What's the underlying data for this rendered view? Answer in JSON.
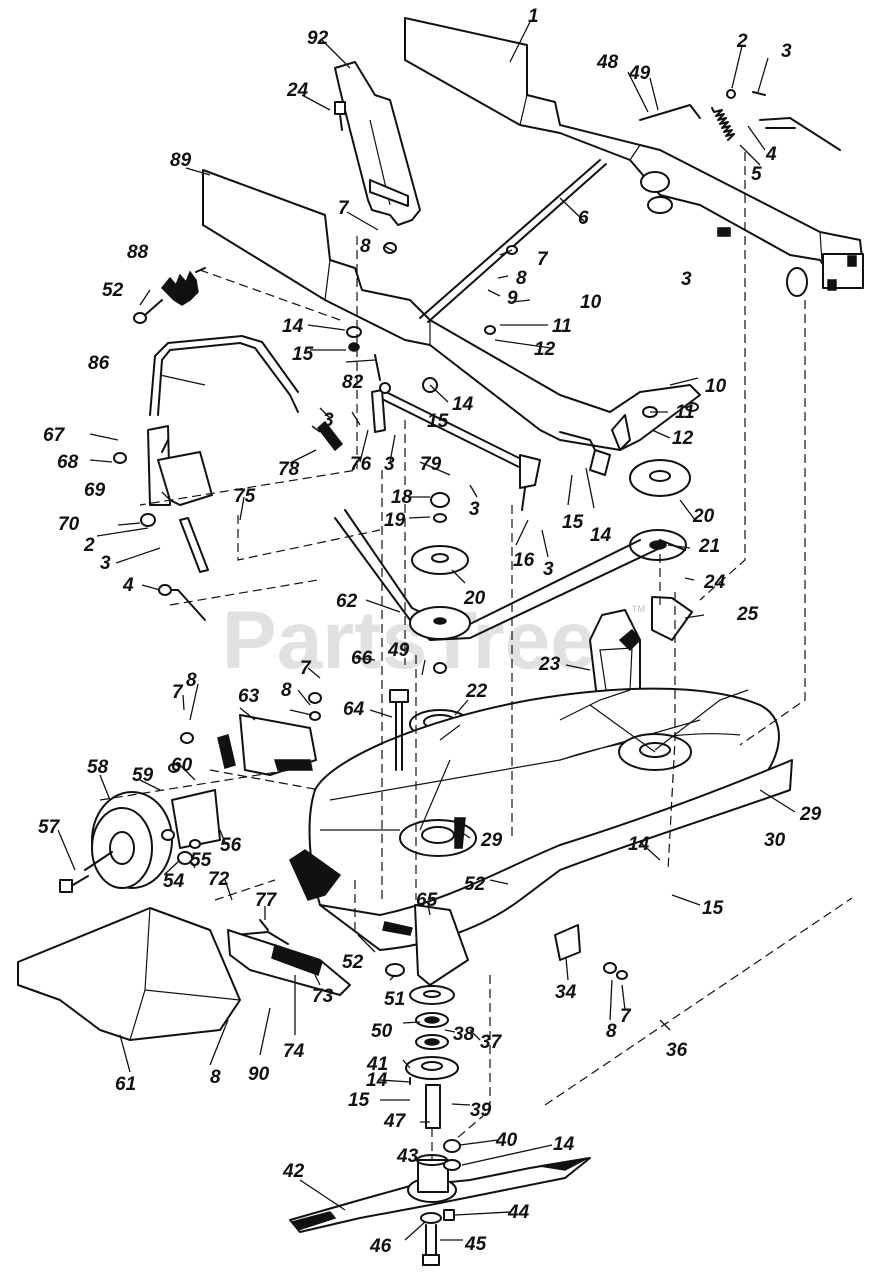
{
  "watermark": {
    "text": "PartsTree",
    "tm": "TM"
  },
  "callouts": [
    {
      "id": "c1",
      "text": "1"
    },
    {
      "id": "c2a",
      "text": "2"
    },
    {
      "id": "c3a",
      "text": "3"
    },
    {
      "id": "c92",
      "text": "92"
    },
    {
      "id": "c48",
      "text": "48"
    },
    {
      "id": "c49a",
      "text": "49"
    },
    {
      "id": "c24a",
      "text": "24"
    },
    {
      "id": "c4a",
      "text": "4"
    },
    {
      "id": "c5",
      "text": "5"
    },
    {
      "id": "c89",
      "text": "89"
    },
    {
      "id": "c6",
      "text": "6"
    },
    {
      "id": "c7a",
      "text": "7"
    },
    {
      "id": "c8a",
      "text": "8"
    },
    {
      "id": "c7b",
      "text": "7"
    },
    {
      "id": "c8b",
      "text": "8"
    },
    {
      "id": "c3b",
      "text": "3"
    },
    {
      "id": "c88",
      "text": "88"
    },
    {
      "id": "c9",
      "text": "9"
    },
    {
      "id": "c10a",
      "text": "10"
    },
    {
      "id": "c52a",
      "text": "52"
    },
    {
      "id": "c11a",
      "text": "11"
    },
    {
      "id": "c14a",
      "text": "14"
    },
    {
      "id": "c12a",
      "text": "12"
    },
    {
      "id": "c15a",
      "text": "15"
    },
    {
      "id": "c86",
      "text": "86"
    },
    {
      "id": "c82",
      "text": "82"
    },
    {
      "id": "c10b",
      "text": "10"
    },
    {
      "id": "c14b",
      "text": "14"
    },
    {
      "id": "c11b",
      "text": "11"
    },
    {
      "id": "c3c",
      "text": "3"
    },
    {
      "id": "c15b",
      "text": "15"
    },
    {
      "id": "c12b",
      "text": "12"
    },
    {
      "id": "c67",
      "text": "67"
    },
    {
      "id": "c68",
      "text": "68"
    },
    {
      "id": "c78",
      "text": "78"
    },
    {
      "id": "c76",
      "text": "76"
    },
    {
      "id": "c3d",
      "text": "3"
    },
    {
      "id": "c79",
      "text": "79"
    },
    {
      "id": "c69",
      "text": "69"
    },
    {
      "id": "c18",
      "text": "18"
    },
    {
      "id": "c75",
      "text": "75"
    },
    {
      "id": "c19",
      "text": "19"
    },
    {
      "id": "c3e",
      "text": "3"
    },
    {
      "id": "c15c",
      "text": "15"
    },
    {
      "id": "c14c",
      "text": "14"
    },
    {
      "id": "c20a",
      "text": "20"
    },
    {
      "id": "c70",
      "text": "70"
    },
    {
      "id": "c2b",
      "text": "2"
    },
    {
      "id": "c21",
      "text": "21"
    },
    {
      "id": "c3f",
      "text": "3"
    },
    {
      "id": "c16",
      "text": "16"
    },
    {
      "id": "c3g",
      "text": "3"
    },
    {
      "id": "c24b",
      "text": "24"
    },
    {
      "id": "c4b",
      "text": "4"
    },
    {
      "id": "c20b",
      "text": "20"
    },
    {
      "id": "c62",
      "text": "62"
    },
    {
      "id": "c25",
      "text": "25"
    },
    {
      "id": "c7c",
      "text": "7"
    },
    {
      "id": "c66",
      "text": "66"
    },
    {
      "id": "c49b",
      "text": "49"
    },
    {
      "id": "c23",
      "text": "23"
    },
    {
      "id": "c8c",
      "text": "8"
    },
    {
      "id": "c7d",
      "text": "7"
    },
    {
      "id": "c22",
      "text": "22"
    },
    {
      "id": "c63",
      "text": "63"
    },
    {
      "id": "c8d",
      "text": "8"
    },
    {
      "id": "c64",
      "text": "64"
    },
    {
      "id": "c58",
      "text": "58"
    },
    {
      "id": "c59",
      "text": "59"
    },
    {
      "id": "c60",
      "text": "60"
    },
    {
      "id": "c29a",
      "text": "29"
    },
    {
      "id": "c57",
      "text": "57"
    },
    {
      "id": "c55",
      "text": "55"
    },
    {
      "id": "c56",
      "text": "56"
    },
    {
      "id": "c29b",
      "text": "29"
    },
    {
      "id": "c30",
      "text": "30"
    },
    {
      "id": "c54",
      "text": "54"
    },
    {
      "id": "c14d",
      "text": "14"
    },
    {
      "id": "c72",
      "text": "72"
    },
    {
      "id": "c52b",
      "text": "52"
    },
    {
      "id": "c77",
      "text": "77"
    },
    {
      "id": "c65",
      "text": "65"
    },
    {
      "id": "c15d",
      "text": "15"
    },
    {
      "id": "c52c",
      "text": "52"
    },
    {
      "id": "c73",
      "text": "73"
    },
    {
      "id": "c51",
      "text": "51"
    },
    {
      "id": "c34",
      "text": "34"
    },
    {
      "id": "c50",
      "text": "50"
    },
    {
      "id": "c38",
      "text": "38"
    },
    {
      "id": "c37",
      "text": "37"
    },
    {
      "id": "c61",
      "text": "61"
    },
    {
      "id": "c8e",
      "text": "8"
    },
    {
      "id": "c90",
      "text": "90"
    },
    {
      "id": "c74",
      "text": "74"
    },
    {
      "id": "c41",
      "text": "41"
    },
    {
      "id": "c8f",
      "text": "8"
    },
    {
      "id": "c7e",
      "text": "7"
    },
    {
      "id": "c36",
      "text": "36"
    },
    {
      "id": "c14e",
      "text": "14"
    },
    {
      "id": "c15e",
      "text": "15"
    },
    {
      "id": "c39",
      "text": "39"
    },
    {
      "id": "c47",
      "text": "47"
    },
    {
      "id": "c40",
      "text": "40"
    },
    {
      "id": "c14f",
      "text": "14"
    },
    {
      "id": "c43",
      "text": "43"
    },
    {
      "id": "c42",
      "text": "42"
    },
    {
      "id": "c44",
      "text": "44"
    },
    {
      "id": "c46",
      "text": "46"
    },
    {
      "id": "c45",
      "text": "45"
    }
  ]
}
